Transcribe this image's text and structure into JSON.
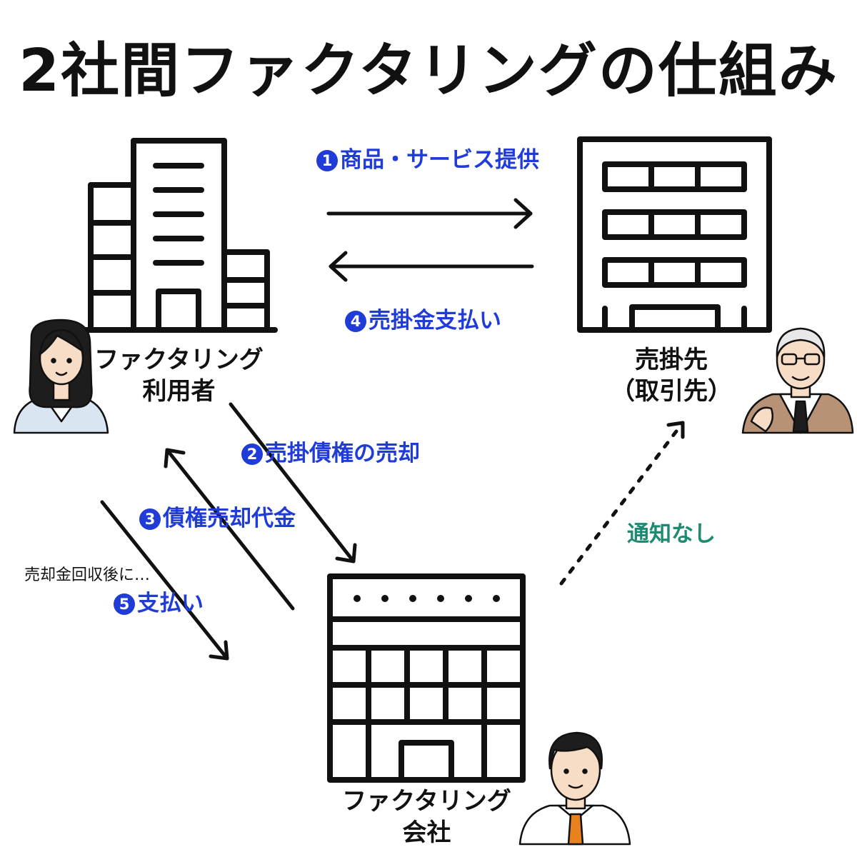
{
  "title": "2社間ファクタリングの仕組み",
  "entities": {
    "user": {
      "line1": "ファクタリング",
      "line2": "利用者"
    },
    "client": {
      "line1": "売掛先",
      "line2": "（取引先）"
    },
    "factor": {
      "line1": "ファクタリング",
      "line2": "会社"
    }
  },
  "steps": [
    {
      "num": "1",
      "text": "商品・サービス提供"
    },
    {
      "num": "2",
      "text": "売掛債権の売却"
    },
    {
      "num": "3",
      "text": "債権売却代金"
    },
    {
      "num": "4",
      "text": "売掛金支払い"
    },
    {
      "num": "5",
      "text": "支払い"
    }
  ],
  "note": "売却金回収後に…",
  "no_notice": "通知なし",
  "icons": {
    "user_building": "office-building-icon",
    "client_building": "office-building-icon",
    "factor_building": "office-building-icon",
    "user_person": "businesswoman-icon",
    "client_person": "senior-businessman-icon",
    "factor_person": "businessman-icon"
  },
  "colors": {
    "step_text": "#1f3bd8",
    "no_notice_text": "#1f8a72",
    "line": "#111111"
  }
}
